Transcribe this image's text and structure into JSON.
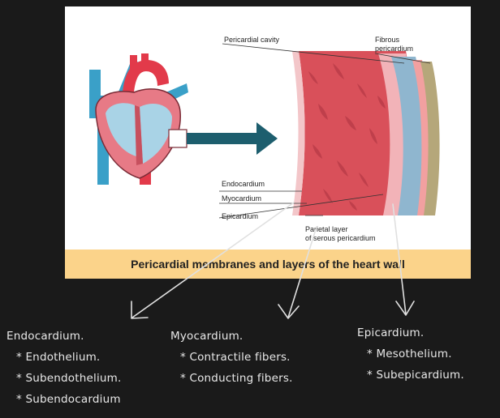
{
  "figure": {
    "caption": "Pericardial membranes and layers of the heart wall",
    "labels": {
      "pericardial_cavity": "Pericardial cavity",
      "fibrous_line1": "Fibrous",
      "fibrous_line2": "pericardium",
      "endocardium": "Endocardium",
      "myocardium": "Myocardium",
      "epicardium": "Epicardium",
      "parietal_line1": "Parietal layer",
      "parietal_line2": "of serous pericardium"
    },
    "colors": {
      "caption_bg": "#fbd38a",
      "myocardium": "#d9505a",
      "endocardium": "#f2b3b8",
      "pericardial_cavity": "#8fb6cf",
      "parietal": "#f2a0a0",
      "fibrous": "#b5a77a",
      "arrow": "#1d5e6e"
    }
  },
  "notes": {
    "endocardium": {
      "title": "Endocardium.",
      "items": [
        "Endothelium.",
        "Subendothelium.",
        "Subendocardium"
      ]
    },
    "myocardium": {
      "title": "Myocardium.",
      "items": [
        "Contractile fibers.",
        "Conducting fibers."
      ]
    },
    "epicardium": {
      "title": "Epicardium.",
      "items": [
        "Mesothelium.",
        "Subepicardium."
      ]
    }
  }
}
